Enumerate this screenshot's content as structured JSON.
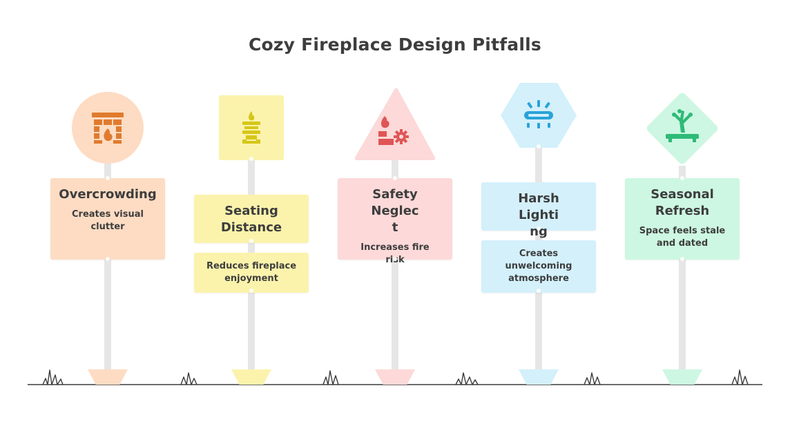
{
  "title": "Cozy Fireplace Design Pitfalls",
  "signs": [
    {
      "heading": "Overcrowding",
      "description": "Creates visual clutter",
      "icon": "fireplace-icon",
      "shape": "circle",
      "color": "#fddcc3",
      "icon_color": "#e07b2e"
    },
    {
      "heading": "Seating Distance",
      "description": "Reduces fireplace enjoyment",
      "icon": "torch-icon",
      "shape": "square",
      "color": "#fbf3ac",
      "icon_color": "#d6c61a"
    },
    {
      "heading": "Safety Neglect",
      "description": "Increases fire risk",
      "icon": "fire-hazard-icon",
      "shape": "triangle",
      "color": "#fdd9d9",
      "icon_color": "#e05555"
    },
    {
      "heading": "Harsh Lighting",
      "description": "Creates unwelcoming atmosphere",
      "icon": "light-fixture-icon",
      "shape": "hexagon",
      "color": "#d3f0fb",
      "icon_color": "#2aa3d8"
    },
    {
      "heading": "Seasonal Refresh",
      "description": "Space feels stale and dated",
      "icon": "bonsai-plant-icon",
      "shape": "diamond",
      "color": "#cdf7e2",
      "icon_color": "#2fba77"
    }
  ]
}
